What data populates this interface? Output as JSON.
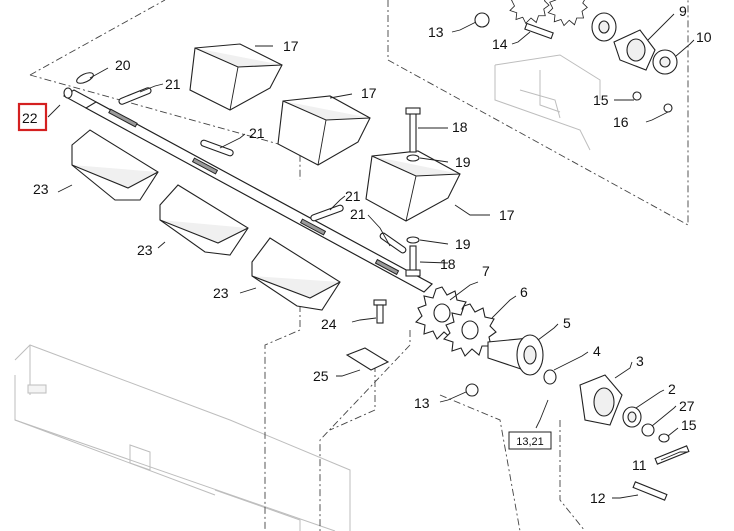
{
  "highlight_color": "#d42020",
  "highlighted_part": "22",
  "reference_box": "13,21",
  "callouts": {
    "c1": "2",
    "c2": "3",
    "c3": "4",
    "c4": "5",
    "c5": "6",
    "c6": "7",
    "c7": "9",
    "c8": "10",
    "c9": "11",
    "c10": "12",
    "c11": "13",
    "c12": "13",
    "c13": "14",
    "c14": "15",
    "c15": "15",
    "c16": "16",
    "c17": "17",
    "c18": "17",
    "c19": "17",
    "c20": "18",
    "c21": "18",
    "c22": "19",
    "c23": "19",
    "c24": "20",
    "c25": "21",
    "c26": "21",
    "c27": "21",
    "c28": "21",
    "c29": "22",
    "c30": "23",
    "c31": "23",
    "c32": "23",
    "c33": "24",
    "c34": "25",
    "c35": "27"
  }
}
